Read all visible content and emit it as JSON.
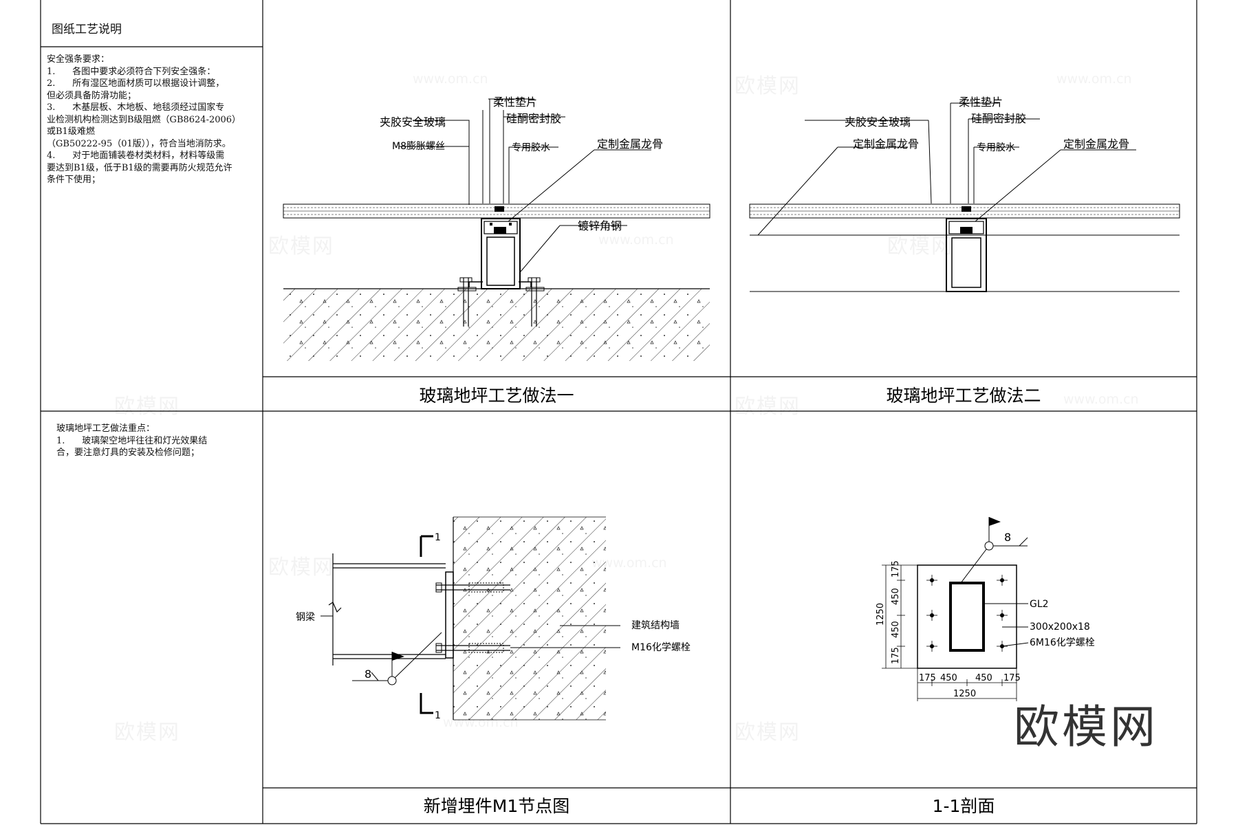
{
  "panels": {
    "notes_title": "图纸工艺说明",
    "safety_notes": "安全强条要求：\n1.      各图中要求必须符合下列安全强条：\n2.      所有湿区地面材质可以根据设计调整，\n但必须具备防滑功能；\n3.      木基层板、木地板、地毯须经过国家专\n业检测机构检测达到B级阻燃（GB8624-2006）\n或B1级难燃\n（GB50222-95（01版）），符合当地消防求。\n4.      对于地面铺装卷材类材料，材料等级需\n要达到B1级，低于B1级的需要再防火规范允许\n条件下使用；",
    "method_notes": "玻璃地坪工艺做法重点：\n1.      玻璃架空地坪往往和灯光效果结\n合，要注意灯具的安装及检修问题；"
  },
  "captions": {
    "method1": "玻璃地坪工艺做法一",
    "method2": "玻璃地坪工艺做法二",
    "embed": "新增埋件M1节点图",
    "section": "1-1剖面"
  },
  "labels": {
    "flex_pad": "柔性垫片",
    "silicone": "硅酮密封胶",
    "laminated_glass": "夹胶安全玻璃",
    "m8_bolt": "M8膨胀螺丝",
    "glue": "专用胶水",
    "metal_keel": "定制金属龙骨",
    "galv_angle": "镀锌角钢",
    "steel_beam": "钢梁",
    "struct_wall": "建筑结构墙",
    "m16_bolt": "M16化学螺栓",
    "gl2": "GL2",
    "plate": "300x200x18",
    "six_m16": "6M16化学螺栓",
    "mark_8": "8",
    "sect_1": "1",
    "dim_1250": "1250",
    "dim_450": "450",
    "dim_175": "175"
  },
  "watermarks": {
    "brand": "欧模网",
    "url": "www.om.cn"
  },
  "colors": {
    "line": "#000000",
    "hatch": "#333333",
    "watermark": "#333333"
  }
}
